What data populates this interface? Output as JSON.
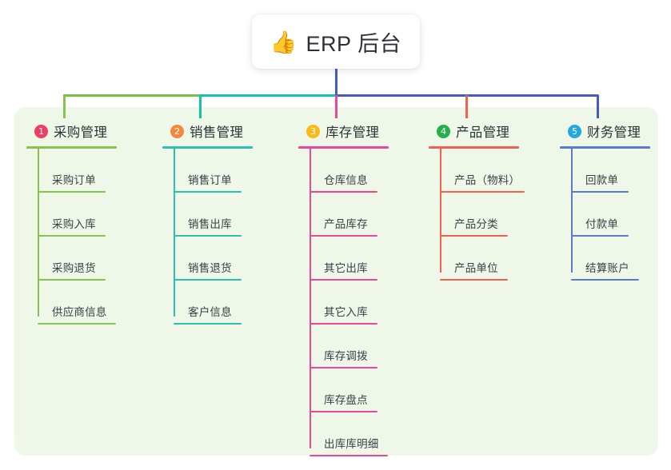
{
  "root": {
    "icon": "thumbs-up-emoji",
    "emoji": "👍",
    "title": "ERP 后台"
  },
  "theme": {
    "page_background": "#ffffff",
    "panel_background": "#eef7e8",
    "root_card_background": "#ffffff",
    "root_stem_color": "#4759c4",
    "bus_segment_1": "#7ac143",
    "bus_segment_2": "#14c4a8",
    "bus_segment_3": "#4759c4",
    "text_color": "#2f3338"
  },
  "columns": [
    {
      "number": "1",
      "badge_color": "#ef3e63",
      "line_color": "#86c44e",
      "drop_color": "#86c44e",
      "title": "采购管理",
      "items": [
        "采购订单",
        "采购入库",
        "采购退货",
        "供应商信息"
      ]
    },
    {
      "number": "2",
      "badge_color": "#f2883c",
      "line_color": "#2cc0b0",
      "drop_color": "#14c4a8",
      "title": "销售管理",
      "items": [
        "销售订单",
        "销售出库",
        "销售退货",
        "客户信息"
      ]
    },
    {
      "number": "3",
      "badge_color": "#fbb91a",
      "line_color": "#ec4899",
      "drop_color": "#ec4899",
      "title": "库存管理",
      "items": [
        "仓库信息",
        "产品库存",
        "其它出库",
        "其它入库",
        "库存调拨",
        "库存盘点",
        "出库库明细"
      ]
    },
    {
      "number": "4",
      "badge_color": "#22b14c",
      "line_color": "#f4604f",
      "drop_color": "#f4604f",
      "title": "产品管理",
      "items": [
        "产品（物料）",
        "产品分类",
        "产品单位"
      ]
    },
    {
      "number": "5",
      "badge_color": "#22a7e0",
      "line_color": "#5b7ad1",
      "drop_color": "#4759c4",
      "title": "财务管理",
      "items": [
        "回款单",
        "付款单",
        "结算账户"
      ]
    }
  ]
}
